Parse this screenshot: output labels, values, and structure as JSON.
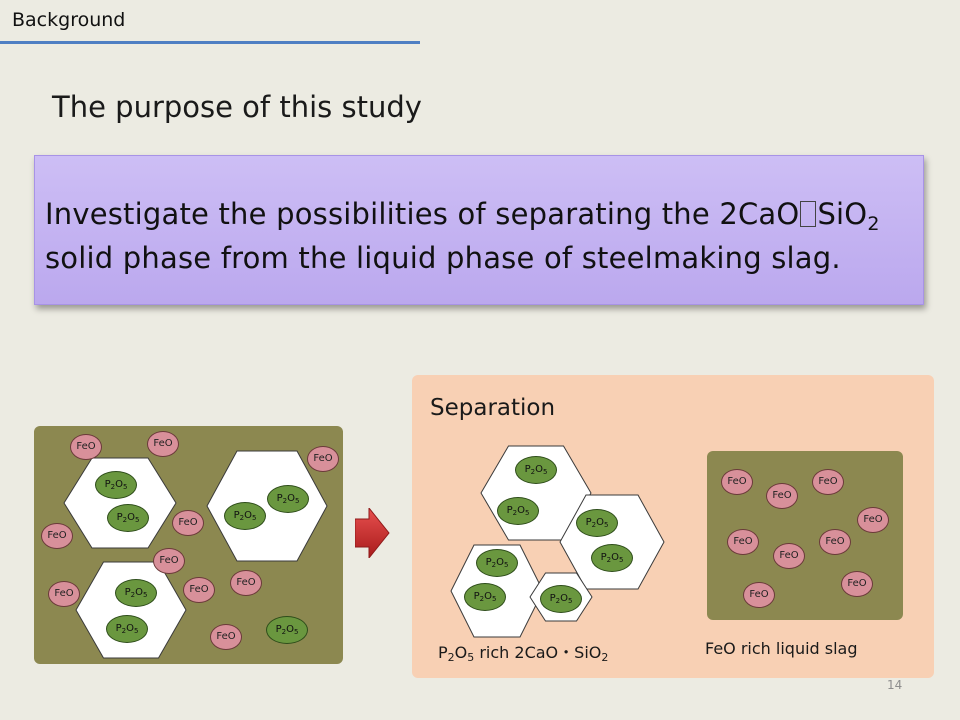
{
  "header": {
    "section": "Background"
  },
  "title": "The purpose of this study",
  "purpose": {
    "line1_a": "Investigate the possibilities of separating the 2CaO",
    "line1_sep": "",
    "line1_b": "SiO",
    "line1_sub": "2",
    "line2": "solid phase from the liquid phase of steelmaking slag."
  },
  "diagram": {
    "feo_label": "FeO",
    "p2o5_main": "P",
    "p2o5_sub1": "2",
    "p2o5_mid": "O",
    "p2o5_sub2": "5",
    "separation_label": "Separation",
    "caption_left": {
      "a": "P",
      "sub1": "2",
      "b": "O",
      "sub2": "5",
      "c": " rich 2CaO",
      "dot": "・",
      "d": "SiO",
      "sub3": "2"
    },
    "caption_right": "FeO rich liquid slag"
  },
  "colors": {
    "slide_bg": "#ecebe2",
    "slag_panel": "#8c8850",
    "feo_fill": "#d8909a",
    "p2o5_fill": "#6a973f",
    "purpose_box": "#c4b3f2",
    "separation_panel": "#f8d0b4",
    "arrow": "#d02b2b",
    "rule": "#4f7fc3"
  },
  "page_number": "14"
}
